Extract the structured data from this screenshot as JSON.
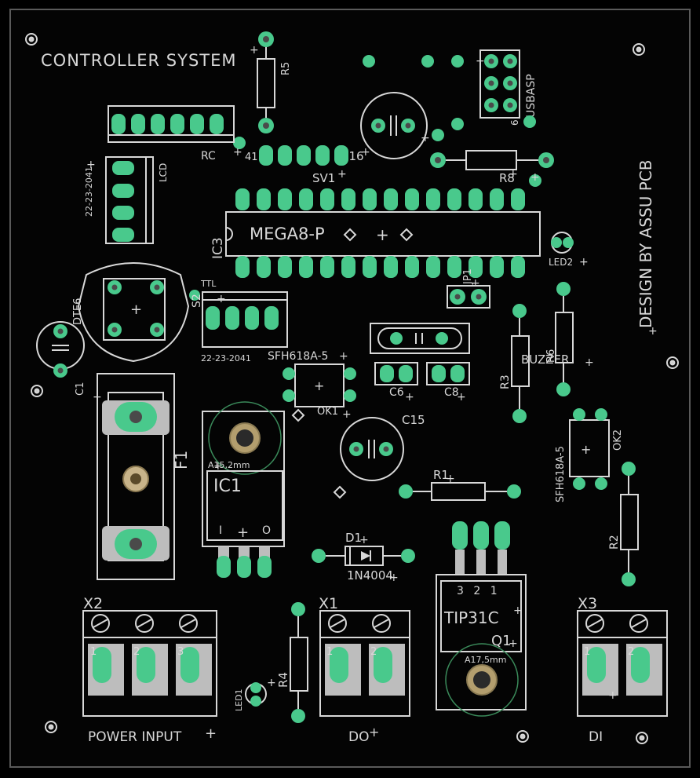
{
  "title": "CONTROLLER SYSTEM",
  "credit": "DESIGN BY ASSU PCB",
  "labels": {
    "r5": "R5",
    "usbasp": "USBASP",
    "pin6": "6",
    "rc": "RC",
    "lcd": "LCD",
    "conn_lcd": "22-23-2041",
    "conn_ttl": "22-23-2041",
    "svi_num": "41",
    "c16": "C16",
    "sv1": "SV1",
    "r8": "R8",
    "ic3": "IC3",
    "mega": "MEGA8-P",
    "led2": "LED2",
    "jp1": "JP1",
    "dte": "DTE6",
    "s2": "S2",
    "ttl": "TTL",
    "c1": "C1",
    "sfh1": "SFH618A-5",
    "ok1": "OK1",
    "c6": "C6",
    "c8": "C8",
    "buzzer": "BUZZER",
    "r3": "R3",
    "r6": "R6",
    "f1": "F1",
    "a152": "A15,2mm",
    "ic1": "IC1",
    "ic1_i": "I",
    "ic1_o": "O",
    "c15": "C15",
    "sfh2": "SFH618A-5",
    "ok2": "OK2",
    "r1": "R1",
    "r2": "R2",
    "d1": "D1",
    "in4004": "1N4004",
    "tip": "TIP31C",
    "q1": "Q1",
    "q_pins": "3 2 1",
    "a175": "A17,5mm",
    "x1": "X1",
    "x2": "X2",
    "x3": "X3",
    "r4": "R4",
    "led1": "LED1",
    "power_input": "POWER INPUT",
    "do": "DO",
    "di": "DI",
    "n1a": "1",
    "n2a": "2",
    "n3a": "3",
    "n1b": "1",
    "n2b": "2",
    "n1c": "1",
    "n2c": "2"
  }
}
